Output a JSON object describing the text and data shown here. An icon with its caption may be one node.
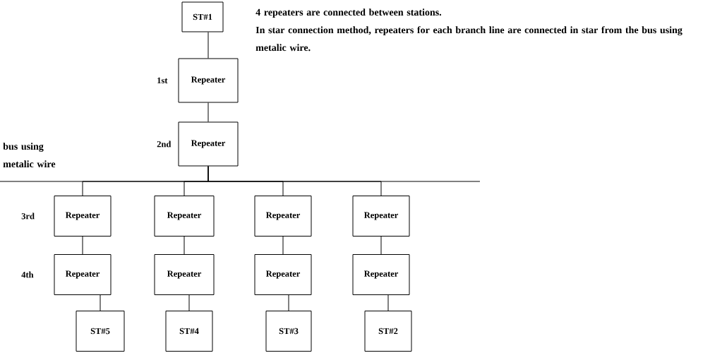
{
  "diagram": {
    "nodes": [
      {
        "text": [
          "ST#1"
        ]
      },
      {
        "text": [
          "Repeater"
        ],
        "beside": [
          "1st"
        ]
      },
      {
        "text": [
          "Repeater"
        ],
        "beside": [
          "2nd"
        ]
      },
      {
        "text": [
          "Repeater"
        ],
        "beside": [
          "3rd"
        ]
      },
      {
        "text": [
          "Repeater"
        ]
      },
      {
        "text": [
          "Repeater"
        ]
      },
      {
        "text": [
          "Repeater"
        ]
      },
      {
        "text": [
          "Repeater"
        ],
        "beside": [
          "4th"
        ]
      },
      {
        "text": [
          "Repeater"
        ]
      },
      {
        "text": [
          "Repeater"
        ]
      },
      {
        "text": [
          "Repeater"
        ]
      },
      {
        "text": [
          "ST#5"
        ]
      },
      {
        "text": [
          "ST#4"
        ]
      },
      {
        "text": [
          "ST#3"
        ]
      },
      {
        "text": [
          "ST#2"
        ]
      }
    ],
    "edges": [
      {
        "from": 0,
        "to": 1,
        "arrow": "none"
      },
      {
        "from": 1,
        "to": 2,
        "arrow": "none"
      },
      {
        "from": 2,
        "to": 3,
        "arrow": "none"
      },
      {
        "from": 2,
        "to": 4,
        "arrow": "none"
      },
      {
        "from": 2,
        "to": 5,
        "arrow": "none"
      },
      {
        "from": 2,
        "to": 6,
        "arrow": "none"
      },
      {
        "from": 3,
        "to": 7,
        "arrow": "none"
      },
      {
        "from": 4,
        "to": 8,
        "arrow": "none"
      },
      {
        "from": 5,
        "to": 9,
        "arrow": "none"
      },
      {
        "from": 6,
        "to": 10,
        "arrow": "none"
      },
      {
        "from": 7,
        "to": 11,
        "arrow": "none"
      },
      {
        "from": 8,
        "to": 12,
        "arrow": "none"
      },
      {
        "from": 9,
        "to": 13,
        "arrow": "none"
      },
      {
        "from": 10,
        "to": 14,
        "arrow": "none"
      }
    ],
    "labels": [
      "4 repeaters are connected between stations.",
      "In star connection method, repeaters for each branch line are connected in star from the bus using metalic wire.",
      "bus using metalic wire"
    ]
  }
}
